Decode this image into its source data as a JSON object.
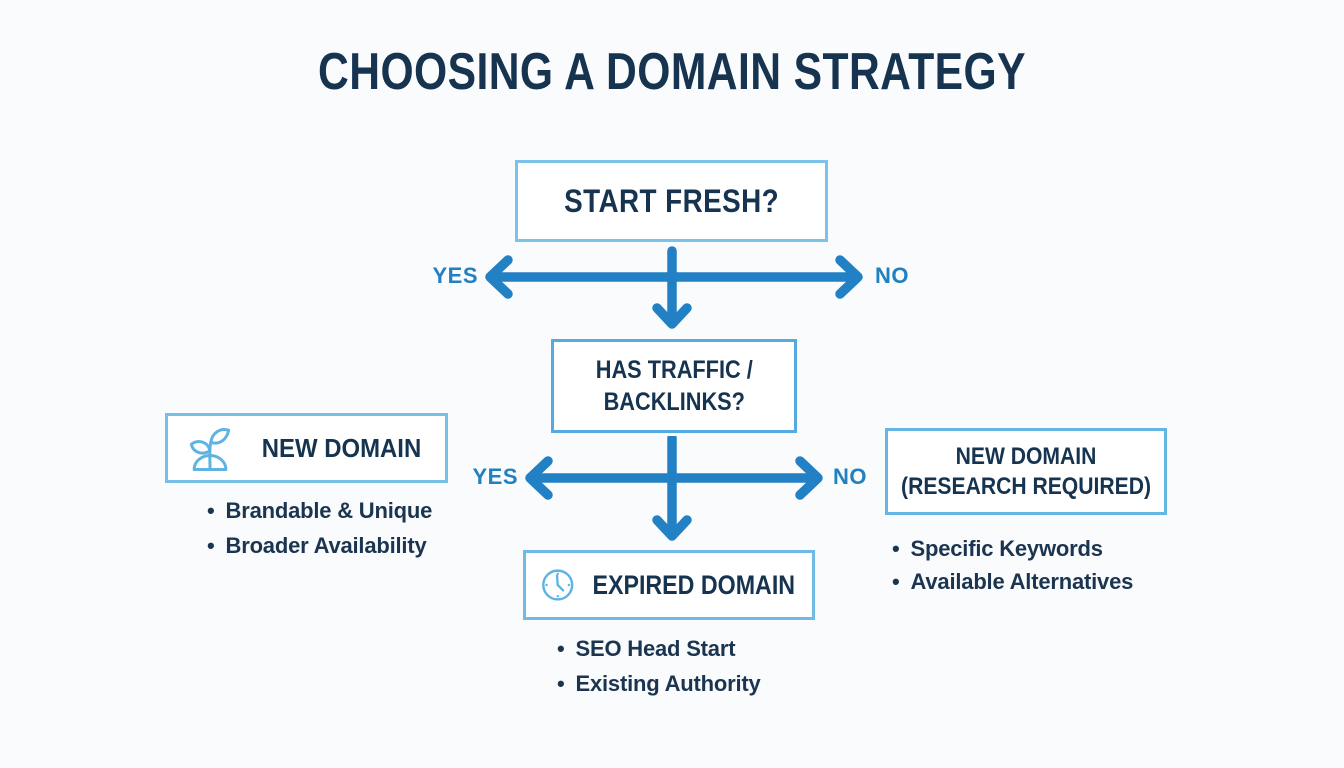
{
  "title": "CHOOSING A DOMAIN STRATEGY",
  "flow": {
    "q1": {
      "label": "START FRESH?",
      "yes": "YES",
      "no": "NO"
    },
    "q2": {
      "lines": [
        "HAS TRAFFIC /",
        "BACKLINKS?"
      ],
      "yes": "YES",
      "no": "NO"
    }
  },
  "outcomes": {
    "new_domain": {
      "icon": "seedling-icon",
      "title": "NEW DOMAIN",
      "bullets": [
        "Brandable & Unique",
        "Broader Availability"
      ]
    },
    "new_domain_research": {
      "title_lines": [
        "NEW DOMAIN",
        "(RESEARCH REQUIRED)"
      ],
      "bullets": [
        "Specific Keywords",
        "Available Alternatives"
      ]
    },
    "expired_domain": {
      "icon": "clock-icon",
      "title": "EXPIRED DOMAIN",
      "bullets": [
        "SEO Head Start",
        "Existing Authority"
      ]
    }
  },
  "colors": {
    "navy_text": "#16334f",
    "arrow_blue": "#2280c4",
    "branch_label_blue": "#2180c2",
    "box_border_light_blue": "#7cc3e9",
    "icon_light_blue": "#5fb3e3",
    "background": "#fafbfc"
  }
}
